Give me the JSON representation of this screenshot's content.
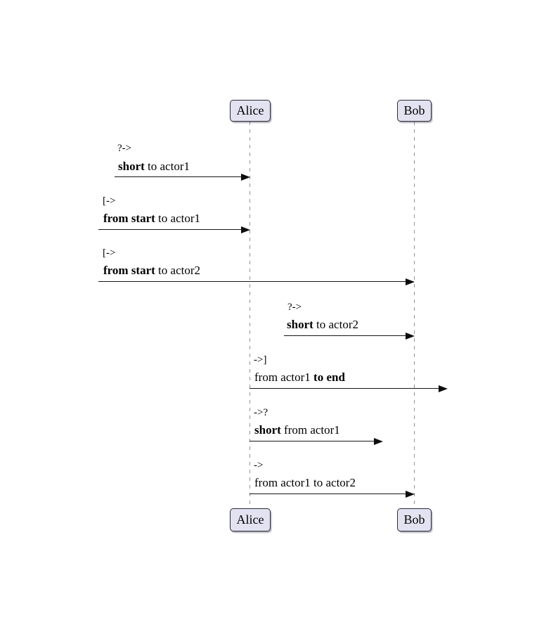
{
  "diagram": {
    "type": "sequence",
    "colors": {
      "background": "#ffffff",
      "actor_fill": "#e2e2f0",
      "actor_border": "#2a2a3d",
      "lifeline": "#919191",
      "arrow": "#161616",
      "text": "#000000"
    },
    "actors": [
      {
        "id": "actor1",
        "label": "Alice"
      },
      {
        "id": "actor2",
        "label": "Bob"
      }
    ],
    "messages": [
      {
        "op": "?->",
        "pre": "",
        "bold": "short",
        "post": " to actor1"
      },
      {
        "op": "[->",
        "pre": "",
        "bold": "from start",
        "post": " to actor1"
      },
      {
        "op": "[->",
        "pre": "",
        "bold": "from start",
        "post": " to actor2"
      },
      {
        "op": "?->",
        "pre": "",
        "bold": "short",
        "post": " to actor2"
      },
      {
        "op": "->]",
        "pre": "from actor1 ",
        "bold": "to end",
        "post": ""
      },
      {
        "op": "->?",
        "pre": "",
        "bold": "short",
        "post": " from actor1"
      },
      {
        "op": "->",
        "pre": "from actor1 to actor2",
        "bold": "",
        "post": ""
      }
    ]
  }
}
